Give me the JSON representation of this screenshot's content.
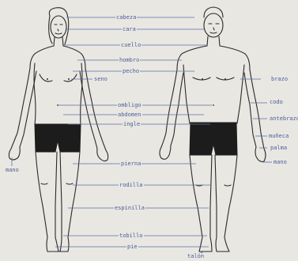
{
  "labels": {
    "cabeza": "cabeza",
    "cara": "cara",
    "cuello": "cuello",
    "hombro": "hombro",
    "pecho": "pecho",
    "seno": "seno",
    "brazo": "brazo",
    "codo": "codo",
    "antebrazo": "antebrazo",
    "ombligo": "ombligo",
    "abdomen": "abdomen",
    "ingle": "ingle",
    "muñeca": "muñeca",
    "palma": "palma",
    "mano": "mano",
    "mano_izq": "mano",
    "pierna": "pierna",
    "rodilla": "rodilla",
    "espinilla": "espinilla",
    "tobillo": "tobillo",
    "pie": "pie",
    "talon": "talón"
  }
}
